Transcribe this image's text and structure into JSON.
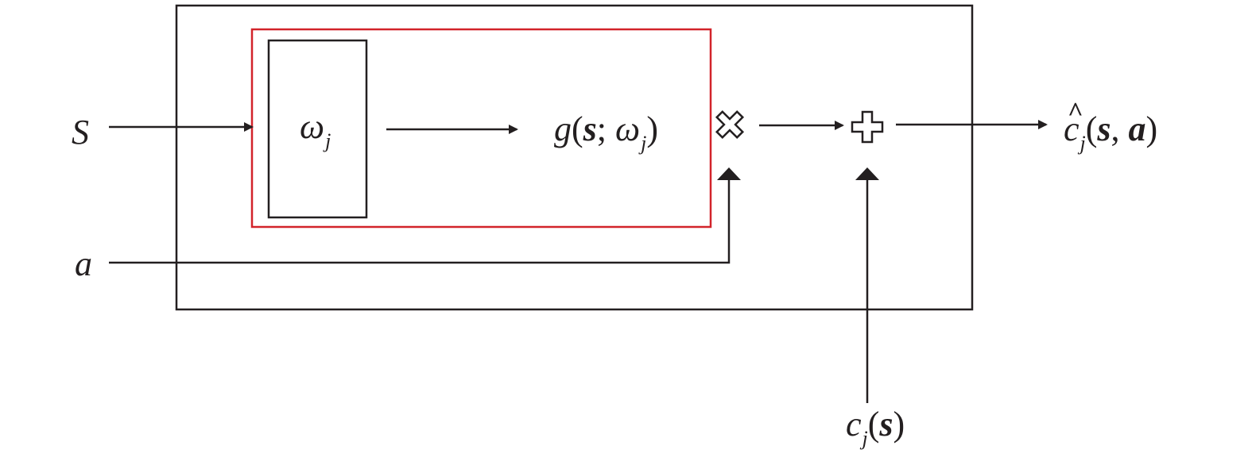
{
  "inputs": {
    "state": "S",
    "action": "a"
  },
  "weight_block": {
    "symbol": "ω",
    "subscript": "j"
  },
  "function_g": {
    "name": "g",
    "open": "(",
    "arg_state": "s",
    "separator": "; ",
    "arg_weight": "ω",
    "arg_weight_sub": "j",
    "close": ")"
  },
  "operators": {
    "multiply": "×",
    "add": "+"
  },
  "output": {
    "symbol": "c",
    "hat": "^",
    "subscript": "j",
    "open": "(",
    "arg_state": "s",
    "separator": ", ",
    "arg_action": "a",
    "close": ")"
  },
  "baseline": {
    "symbol": "c",
    "subscript": "j",
    "open": "(",
    "arg_state": "s",
    "close": ")"
  },
  "colors": {
    "ink": "#231f20",
    "highlight_box": "#d2232a"
  }
}
